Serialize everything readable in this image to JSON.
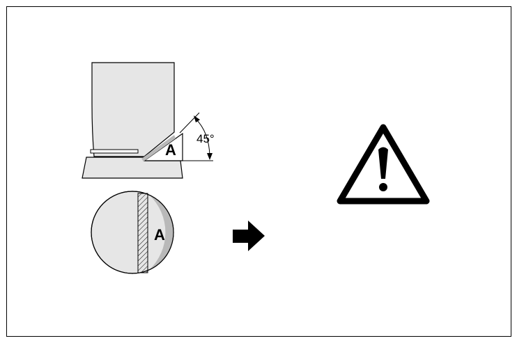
{
  "diagram": {
    "angle_label": "45°",
    "cut_marker_label": "A",
    "section_marker_label": "A",
    "colors": {
      "fill_gray": "#e6e6e6",
      "shadow_gray": "#b9b9b9",
      "line": "#000000"
    },
    "icons": [
      "arrow-right-icon",
      "warning-triangle-icon"
    ]
  }
}
